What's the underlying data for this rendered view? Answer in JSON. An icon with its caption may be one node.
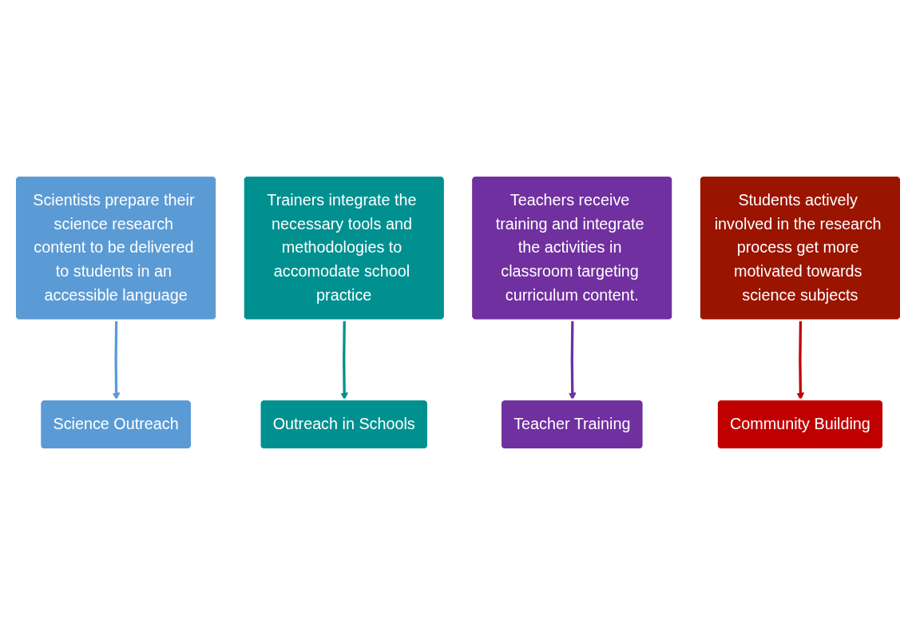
{
  "diagram": {
    "nodes": [
      {
        "text": [
          "Scientists prepare their science research content to be delivered to students in an accessible language"
        ]
      },
      {
        "text": [
          "Trainers integrate the necessary tools and methodologies to accomodate school practice"
        ]
      },
      {
        "text": [
          "Teachers receive training and integrate the activities in classroom targeting curriculum content."
        ]
      },
      {
        "text": [
          "Students actively involved in the research process get more motivated towards science subjects"
        ]
      },
      {
        "text": [
          "Science Outreach"
        ]
      },
      {
        "text": [
          "Outreach in Schools"
        ]
      },
      {
        "text": [
          "Teacher Training"
        ]
      },
      {
        "text": [
          "Community Building"
        ]
      }
    ],
    "edges": [
      {
        "from": 0,
        "to": 4,
        "arrow": "to",
        "color": "#5b9bd5"
      },
      {
        "from": 1,
        "to": 5,
        "arrow": "to",
        "color": "#009090"
      },
      {
        "from": 2,
        "to": 6,
        "arrow": "to",
        "color": "#7030a0"
      },
      {
        "from": 3,
        "to": 7,
        "arrow": "to",
        "color": "#c00000"
      }
    ]
  }
}
